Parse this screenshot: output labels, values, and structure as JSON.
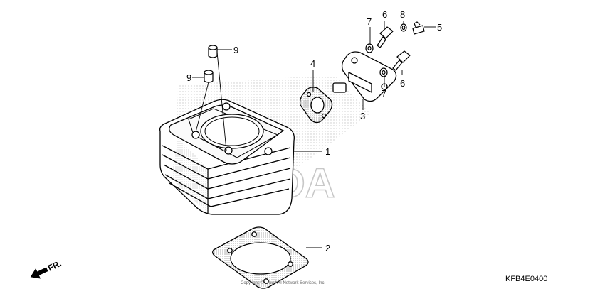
{
  "diagram": {
    "callouts": {
      "c1": "1",
      "c2": "2",
      "c3": "3",
      "c4": "4",
      "c5": "5",
      "c6_top": "6",
      "c6_mid": "6",
      "c7_top": "7",
      "c7_mid": "7",
      "c8": "8",
      "c9_top": "9",
      "c9_mid": "9"
    },
    "front_indicator": "FR.",
    "diagram_code": "KFB4E0400",
    "watermark": "HONDA",
    "copyright": "Copyright © ... by ARI Network Services, Inc."
  }
}
